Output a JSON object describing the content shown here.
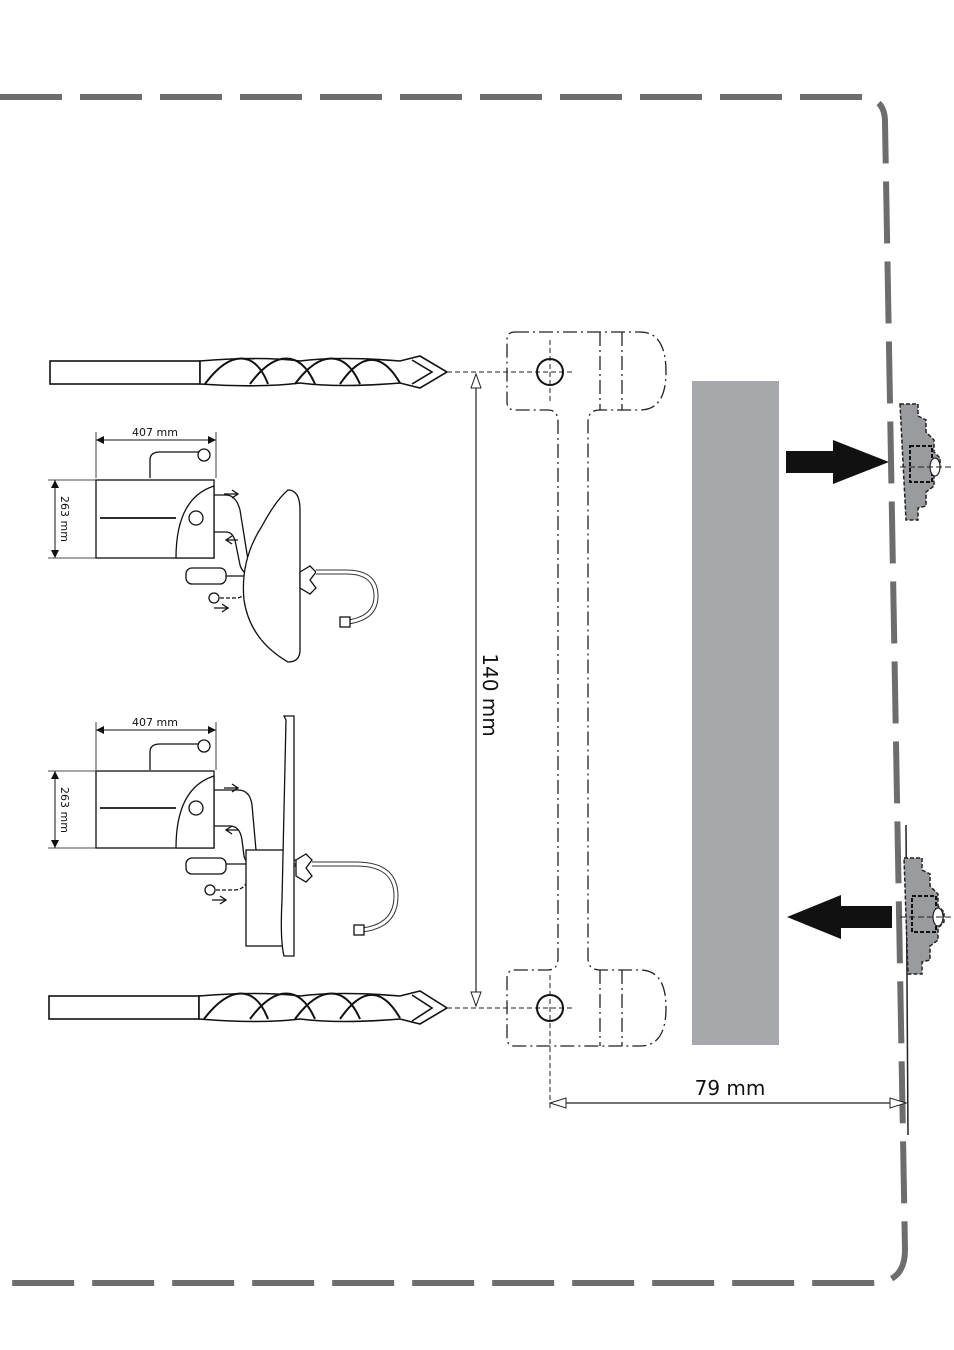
{
  "template": {
    "dimension_distance": "140 mm",
    "dimension_offset": "79 mm"
  },
  "heaters": [
    {
      "width_label": "407 mm",
      "height_label": "263 mm"
    },
    {
      "width_label": "407 mm",
      "height_label": "263 mm"
    }
  ],
  "colors": {
    "border": "#6d6d6d",
    "panel": "#a7a8ab",
    "line": "#1a1a1a",
    "arrow": "#111111"
  }
}
